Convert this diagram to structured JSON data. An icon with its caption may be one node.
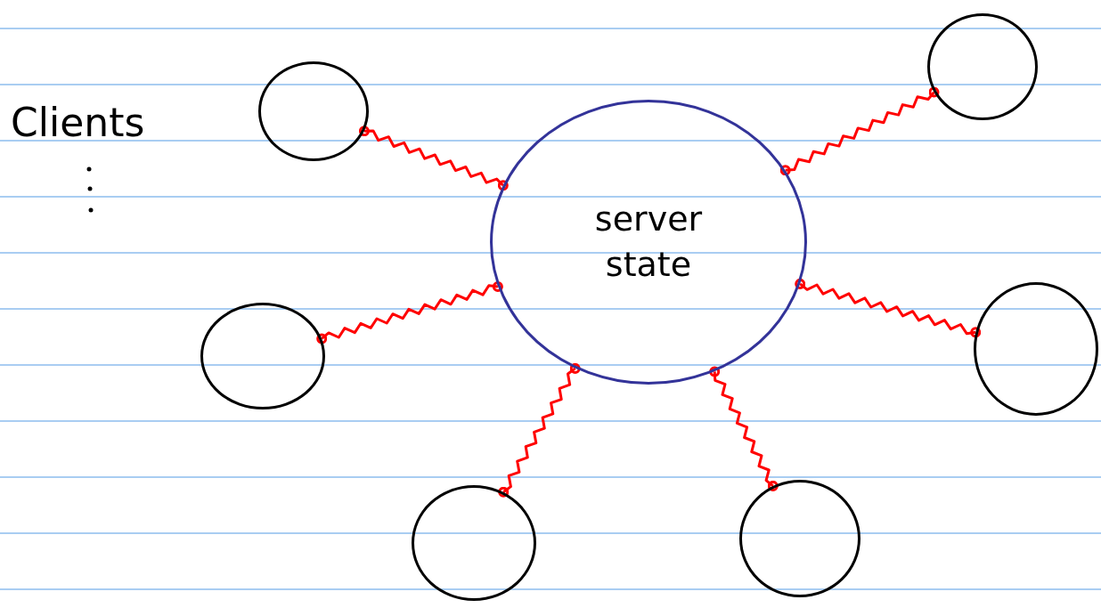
{
  "diagram": {
    "nodes": [
      {
        "text": [
          "server state"
        ]
      },
      {
        "text": [],
        "shape": "circle"
      },
      {
        "text": [],
        "shape": "circle"
      },
      {
        "text": [],
        "shape": "circle"
      },
      {
        "text": [],
        "shape": "circle"
      },
      {
        "text": [],
        "shape": "circle"
      },
      {
        "text": [],
        "shape": "circle"
      }
    ],
    "edges": [
      {
        "from": 0,
        "to": 1,
        "arrow": "other"
      },
      {
        "from": 0,
        "to": 2,
        "arrow": "other"
      },
      {
        "from": 0,
        "to": 3,
        "arrow": "other"
      },
      {
        "from": 0,
        "to": 4,
        "arrow": "other"
      },
      {
        "from": 0,
        "to": 5,
        "arrow": "other"
      },
      {
        "from": 0,
        "to": 6,
        "arrow": "other"
      }
    ],
    "labels": [
      "Clients"
    ]
  }
}
